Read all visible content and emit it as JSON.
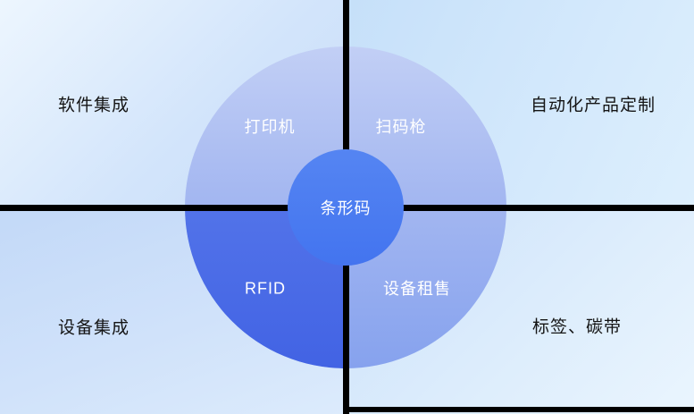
{
  "diagram": {
    "center": "条形码",
    "sections": {
      "top_left": "打印机",
      "top_right": "扫码枪",
      "bottom_left": "RFID",
      "bottom_right": "设备租售"
    },
    "corners": {
      "top_left": "软件集成",
      "top_right": "自动化产品定制",
      "bottom_left": "设备集成",
      "bottom_right": "标签、碳带"
    },
    "colors": {
      "divider_line": "#000000",
      "center_circle": "#4a7cf0",
      "ring_top": "#c2cff5",
      "ring_bottom": "#86a2ee",
      "rfid_quadrant": "#4a6ce7",
      "background_light_blue": "#d4e7fb",
      "section_text": "#ffffff",
      "corner_text": "#141414"
    }
  }
}
